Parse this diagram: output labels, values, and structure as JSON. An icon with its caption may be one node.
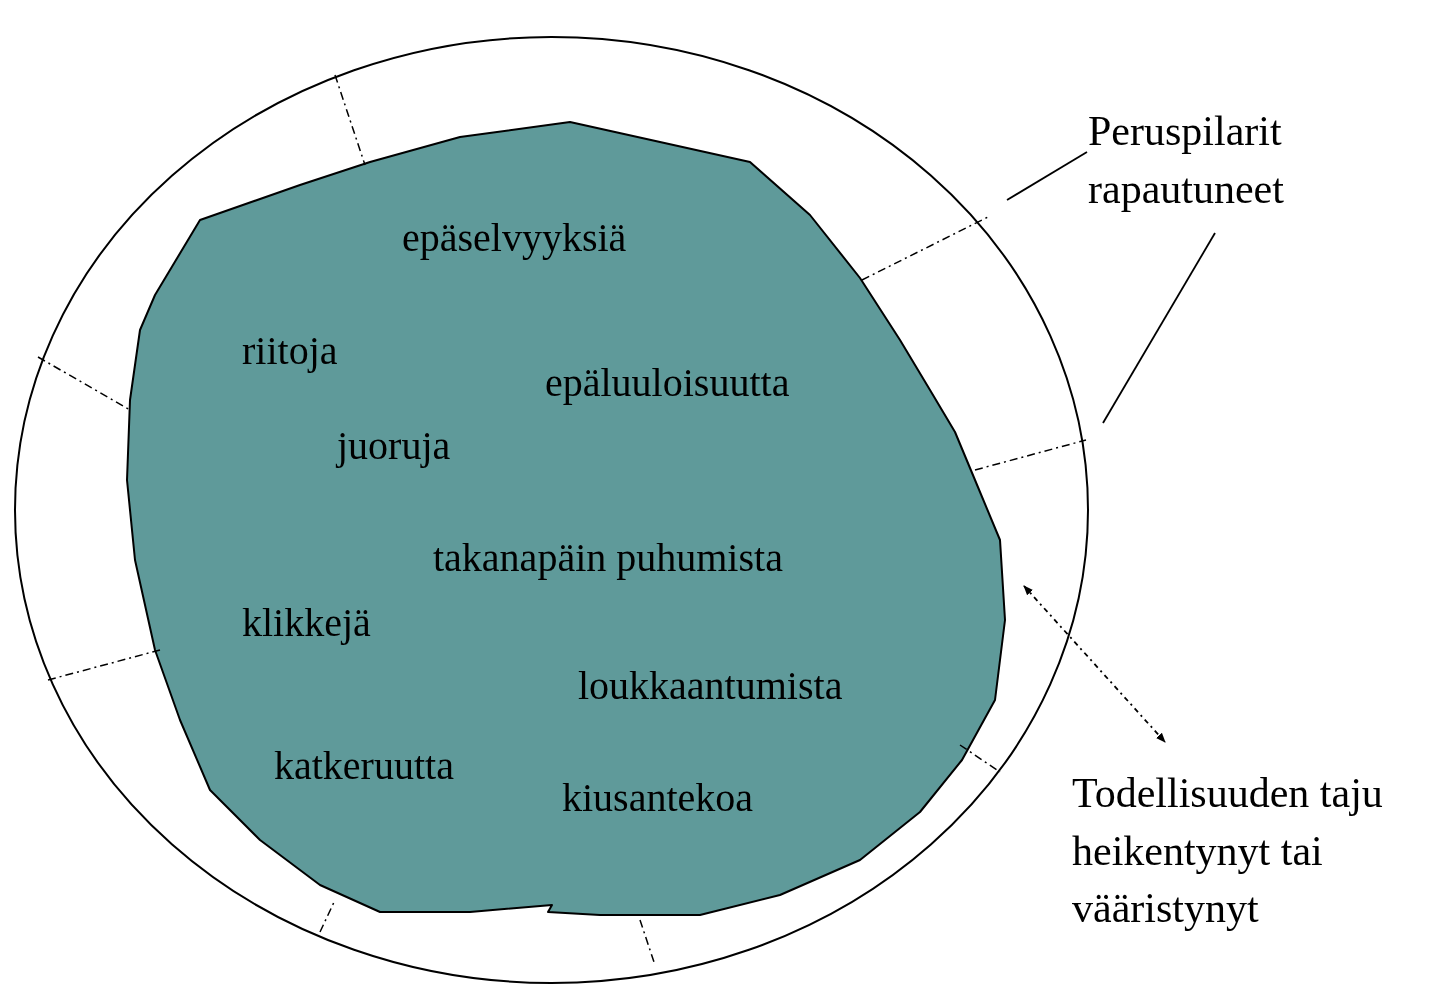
{
  "diagram": {
    "nodes": [
      {
        "text": [],
        "shape": "circle"
      },
      {
        "text": [
          "epäselvyyksiä",
          "riitoja",
          "epäluuloisuutta",
          "juoruja",
          "takanapäin puhumista",
          "klikkejä",
          "loukkaantumista",
          "katkeruutta",
          "kiusantekoa"
        ],
        "in": 0
      },
      {
        "text": [
          "Peruspilarit rapautuneet"
        ]
      },
      {
        "text": [
          "Todellisuuden taju heikentynyt tai vääristynyt"
        ]
      }
    ],
    "edges": [
      {
        "from": 2,
        "to": null,
        "arrow": "none"
      },
      {
        "from": 2,
        "to": null,
        "arrow": "none"
      },
      {
        "from": 1,
        "to": 3,
        "arrow": "both",
        "style": "dashed"
      }
    ]
  }
}
